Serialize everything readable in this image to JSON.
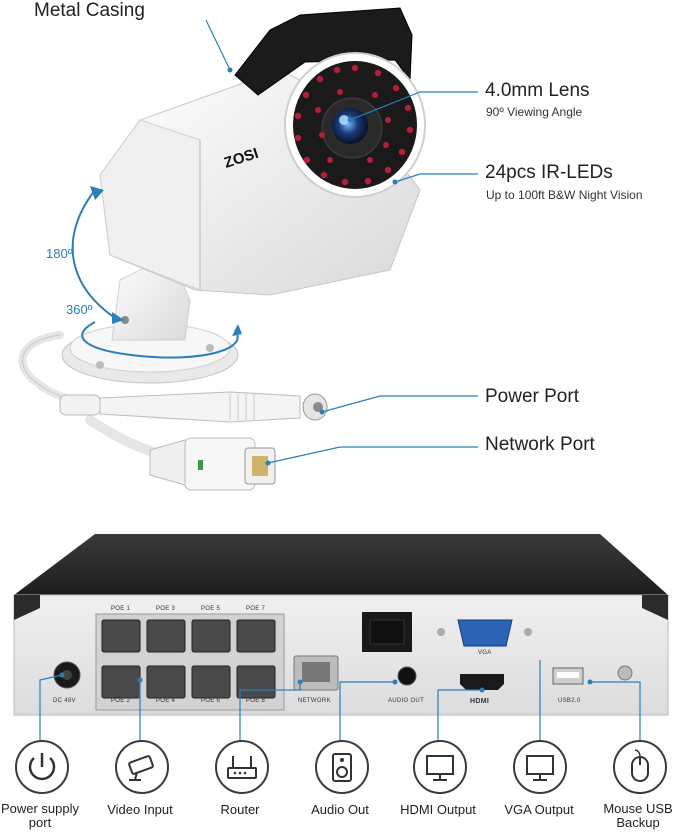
{
  "callouts": {
    "metal_casing": "Metal Casing",
    "lens_title": "4.0mm Lens",
    "lens_sub": "90º Viewing Angle",
    "ir_title": "24pcs IR-LEDs",
    "ir_sub": "Up to 100ft B&W Night Vision",
    "power_port": "Power Port",
    "network_port": "Network Port"
  },
  "rotation": {
    "tilt": "180º",
    "pan": "360º"
  },
  "camera": {
    "brand": "ZOSI"
  },
  "nvr_panel": {
    "poe_top": [
      "POE 1",
      "POE 3",
      "POE 5",
      "POE 7"
    ],
    "poe_bottom": [
      "POE 2",
      "POE 4",
      "POE 6",
      "POE 8"
    ],
    "dc": "DC 48V",
    "network": "NETWORK",
    "audio_out": "AUDIO OUT",
    "vga": "VGA",
    "hdmi": "HDMI",
    "usb": "USB2.0"
  },
  "features": [
    {
      "icon": "power-icon",
      "label": "Power supply\nport"
    },
    {
      "icon": "camera-icon",
      "label": "Video Input"
    },
    {
      "icon": "router-icon",
      "label": "Router"
    },
    {
      "icon": "speaker-icon",
      "label": "Audio Out"
    },
    {
      "icon": "monitor-icon",
      "label": "HDMI Output"
    },
    {
      "icon": "monitor-icon",
      "label": "VGA Output"
    },
    {
      "icon": "mouse-icon",
      "label": "Mouse USB\nBackup"
    }
  ],
  "colors": {
    "callout_line": "#2a7fb8",
    "nvr_body": "#2b2b2b",
    "panel": "#e8e8e8"
  }
}
